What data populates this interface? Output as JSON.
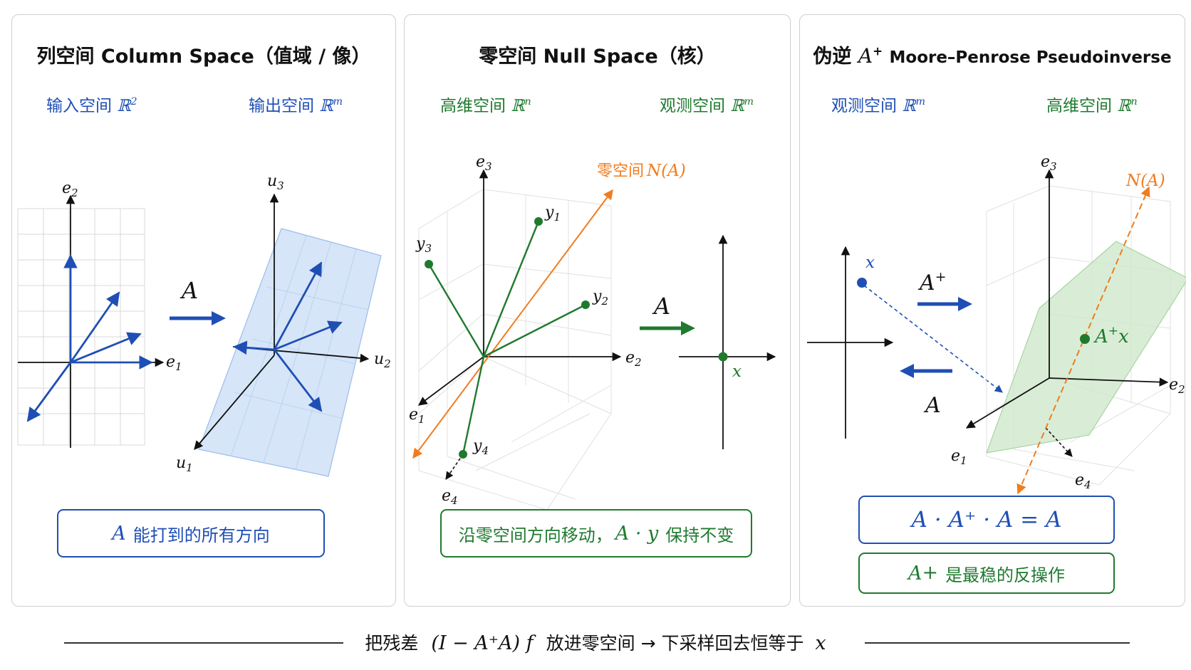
{
  "panels": [
    {
      "title_cn": "列空间",
      "title_en": "Column Space",
      "title_paren": "（值域 / 像）",
      "input_label_cn": "输入空间",
      "input_label_space": "ℝ",
      "input_label_exp": "2",
      "output_label_cn": "输出空间",
      "output_label_space": "ℝ",
      "output_label_exp": "m",
      "left_axes": [
        "e",
        "1",
        "e",
        "2"
      ],
      "right_axes": [
        "u",
        "1",
        "u",
        "2",
        "u",
        "3"
      ],
      "map_label": "A",
      "box_math": "A",
      "box_text": "能打到的所有方向"
    },
    {
      "title_cn": "零空间",
      "title_en": "Null Space",
      "title_paren": "（核）",
      "left_label_cn": "高维空间",
      "left_label_space": "ℝ",
      "left_label_exp": "n",
      "right_label_cn": "观测空间",
      "right_label_space": "ℝ",
      "right_label_exp": "m",
      "null_label_cn": "零空间",
      "null_label_math": "N(A)",
      "axes": [
        "e",
        "1",
        "e",
        "2",
        "e",
        "3",
        "e",
        "4"
      ],
      "points": [
        "y",
        "1",
        "y",
        "2",
        "y",
        "3",
        "y",
        "4"
      ],
      "map_label": "A",
      "image_point": "x",
      "box_text_1": "沿零空间方向移动，",
      "box_math": "A · y",
      "box_text_2": "保持不变"
    },
    {
      "title_cn": "伪逆",
      "title_math": "A",
      "title_sup": "+",
      "title_en": "Moore–Penrose Pseudoinverse",
      "left_label_cn": "观测空间",
      "left_label_space": "ℝ",
      "left_label_exp": "m",
      "right_label_cn": "高维空间",
      "right_label_space": "ℝ",
      "right_label_exp": "n",
      "point_x": "x",
      "forward_label": "A",
      "forward_sup": "+",
      "backward_label": "A",
      "null_label": "N(A)",
      "proj_point": "A",
      "proj_sup": "+",
      "proj_x": "x",
      "axes": [
        "e",
        "1",
        "e",
        "2",
        "e",
        "3",
        "e",
        "4"
      ],
      "box1_math": "A · A⁺ · A = A",
      "box2_math": "A",
      "box2_sup": "+",
      "box2_text": "是最稳的反操作"
    }
  ],
  "footer": {
    "text_1": "把残差",
    "math_1": "(I − A⁺A) f",
    "text_2": "放进零空间 → 下采样回去恒等于",
    "math_2": "x"
  },
  "colors": {
    "blue": "#1f4fb4",
    "green": "#1f7a2e",
    "orange": "#f07c1f",
    "plane_blue": "#cfe0f7",
    "plane_green": "#cfe8cc"
  }
}
